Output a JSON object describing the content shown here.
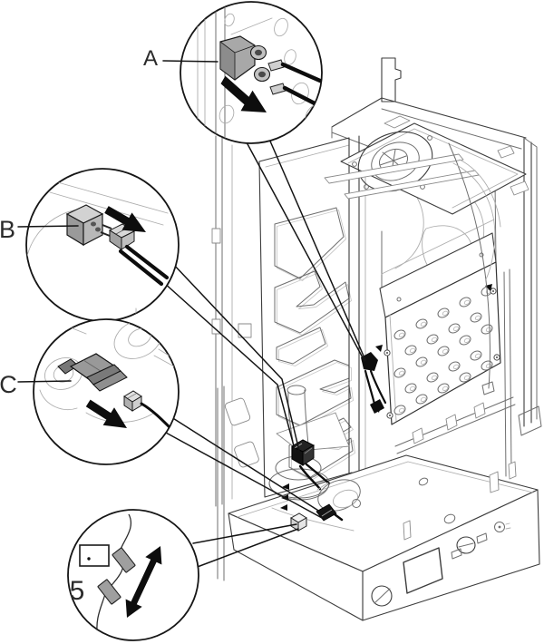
{
  "diagram": {
    "callouts": {
      "a": {
        "label": "A"
      },
      "b": {
        "label": "B"
      },
      "c": {
        "label": "C"
      },
      "five": {
        "label": "5"
      }
    },
    "icons": {
      "removal-arrow-icon": "➤ solid black pull-direction arrow",
      "double-headed-arrow-icon": "⬍ plug/unplug double arrow",
      "screw-icon": "⊕",
      "connector-icon": "electrical plug connector"
    },
    "colors": {
      "background": "#ffffff",
      "line": "#3d3d3d",
      "light_line": "#aeaeae",
      "arrow_black": "#0d0d0d",
      "label_text": "#2b2b2b",
      "connector_gray": "#9f9f9f"
    }
  }
}
